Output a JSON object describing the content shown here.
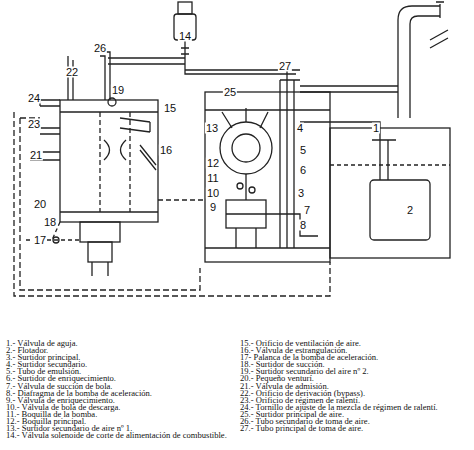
{
  "diagram": {
    "labels": [
      "14",
      "26",
      "22",
      "24",
      "19",
      "23",
      "15",
      "16",
      "21",
      "20",
      "18",
      "17",
      "27",
      "25",
      "13",
      "4",
      "5",
      "6",
      "12",
      "11",
      "10",
      "9",
      "3",
      "7",
      "8",
      "1",
      "2",
      "1.- Válvula de aguja.",
      "2.- Flotador.",
      "3.- Surtidor principal.",
      "4.- Surtidor secundario.",
      "5.- Tubo de emulsión.",
      "6.- Surtidor de enriquecimiento.",
      "7.- Válvula de succión de bola.",
      "8.- Diafragma de la bomba de aceleración.",
      "9.- Válvula de enriquecimiento.",
      "10.- Válvula de bola de descarga.",
      "11.- Boquilla de la bomba.",
      "12.- Boquilla principal.",
      "13.- Surtidor secundario de aire nº 1.",
      "14.- Válvula solenoide de corte de alimentación de combustible.",
      "15.- Orificio de ventilación de aire.",
      "16.- Válvula de estrangulación.",
      "17- Palanca de la bomba de aceleración.",
      "18.- Surtidor de succión.",
      "19.- Surtidor secundario del aire nº 2.",
      "20.- Pequeño venturí.",
      "21.- Válvula de admisión.",
      "22.- Orificio de derivación (bypass).",
      "23.- Orificio de régimen de ralentí.",
      "24.- Tornillo de ajuste de la mezcla de régimen de ralentí.",
      "25.- Surtidor principal de aire.",
      "26.- Tubo secundario de toma de aire.",
      "27.- Tubo principal de toma de aire."
    ]
  }
}
